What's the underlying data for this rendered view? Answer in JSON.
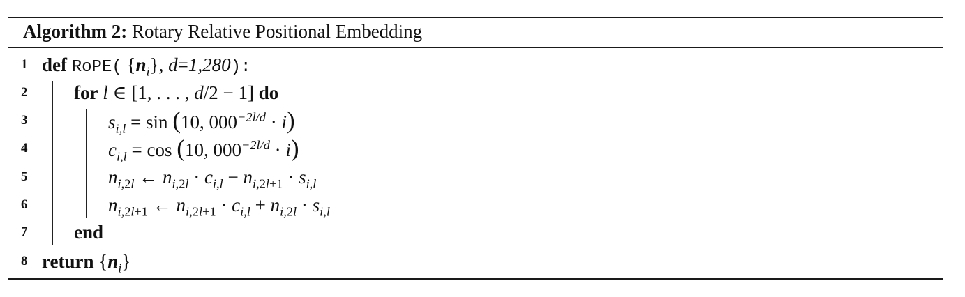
{
  "algorithm": {
    "label": "Algorithm 2:",
    "title": "Rotary Relative Positional Embedding"
  },
  "lines": [
    {
      "num": "1",
      "kw": "def",
      "func": "RoPE(",
      "close": "):"
    },
    {
      "num": "2",
      "kw": "for",
      "kw2": "do"
    },
    {
      "num": "3"
    },
    {
      "num": "4"
    },
    {
      "num": "5"
    },
    {
      "num": "6"
    },
    {
      "num": "7",
      "kw": "end"
    },
    {
      "num": "8",
      "kw": "return"
    }
  ],
  "math": {
    "param_d": "1,280",
    "range_lo": "1",
    "const": "10, 000",
    "exponent": "−2l/d"
  }
}
